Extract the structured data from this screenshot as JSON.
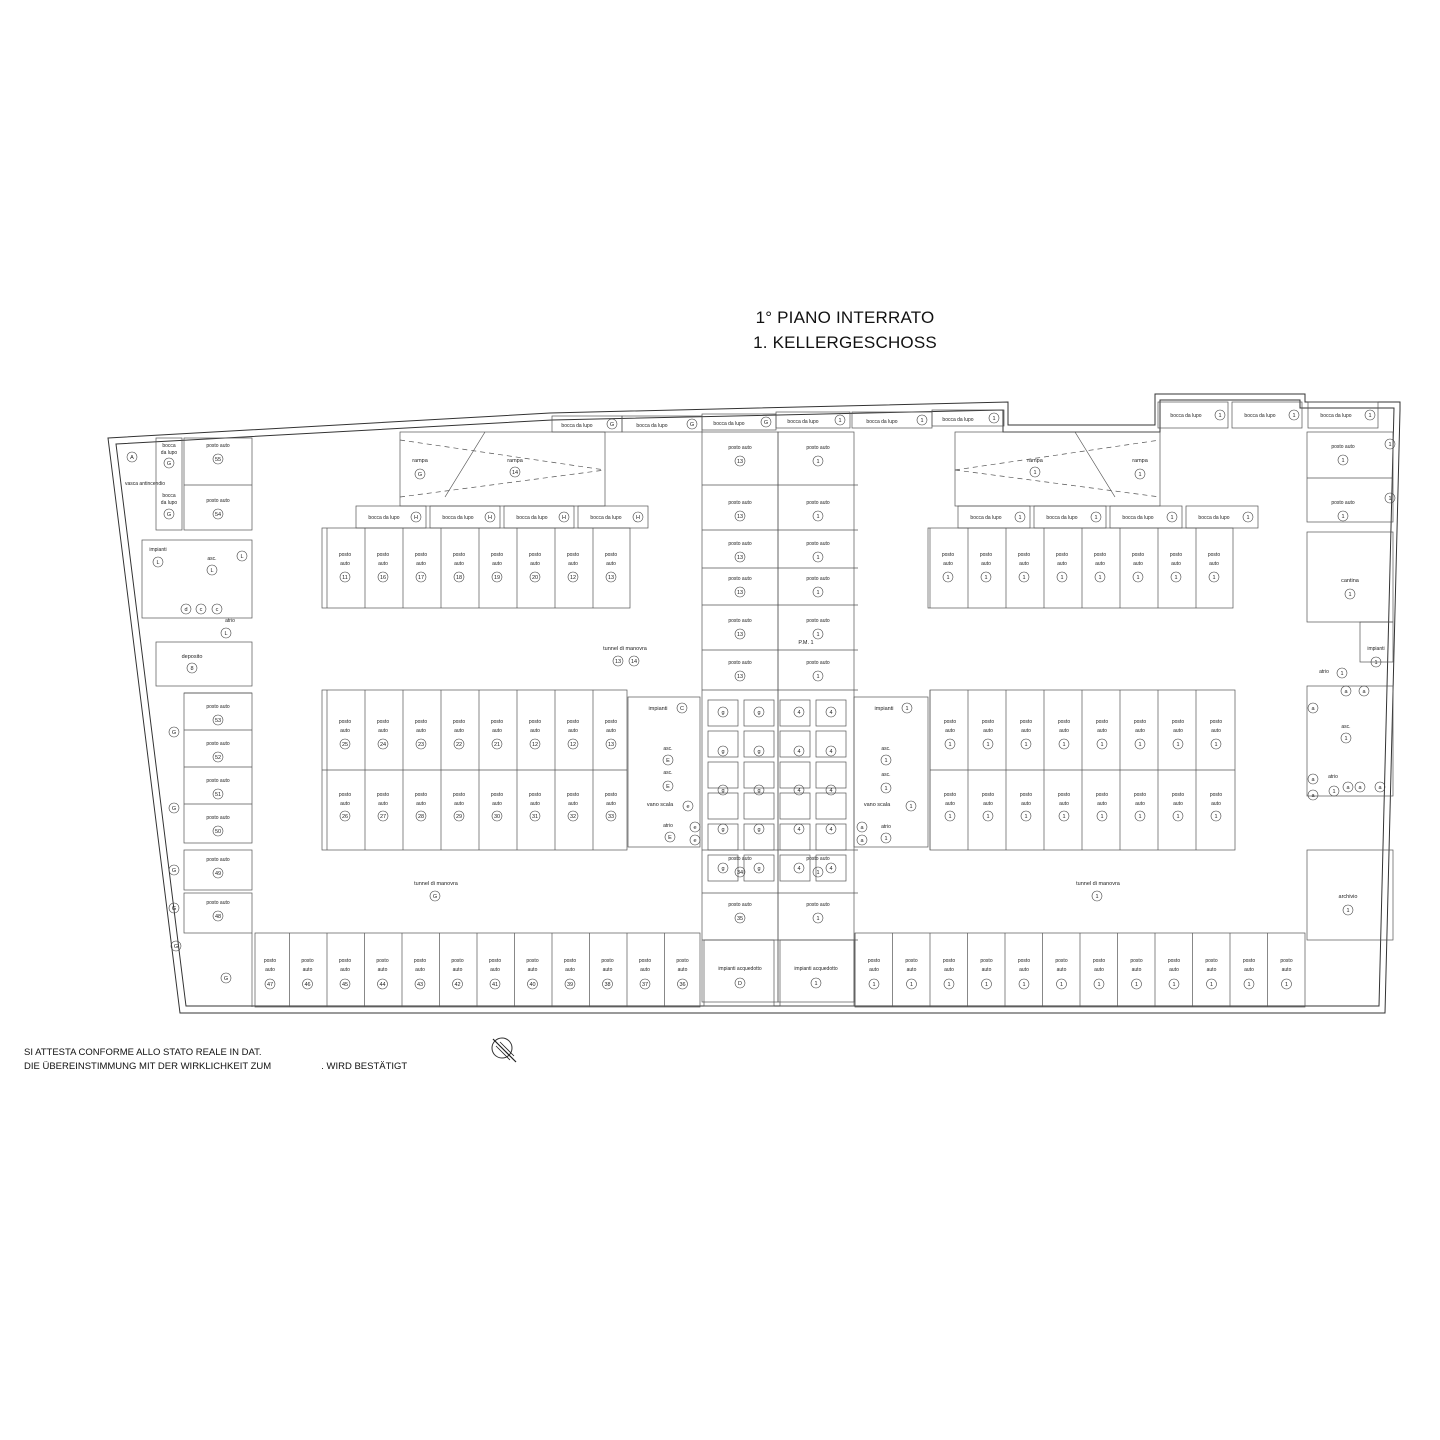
{
  "title": {
    "line1": "1° PIANO INTERRATO",
    "line2": "1. KELLERGESCHOSS"
  },
  "certification": {
    "line1": "SI ATTESTA CONFORME ALLO STATO REALE IN DAT.",
    "line2_left": "DIE ÜBEREINSTIMMUNG MIT DER WIRKLICHKEIT ZUM",
    "line2_right": ". WIRD BESTÄTIGT"
  },
  "labels": {
    "posto_auto": "posto auto",
    "posto": "posto",
    "auto": "auto",
    "bocca_da_lupo": "bocca da lupo",
    "bocca": "bocca",
    "da_lupo": "da lupo",
    "rampa": "rampa",
    "tunnel": "tunnel di manovra",
    "impianti": "impianti",
    "impianti_acquedotto": "impianti acquedotto",
    "vano_scala": "vano scala",
    "asc": "asc.",
    "atrio": "atrio",
    "deposito": "deposito",
    "cantina": "cantina",
    "archivio": "archivio",
    "vasca": "vasca antincendio",
    "pm": "P.M. 1"
  },
  "markers": {
    "g": "g",
    "G": "G",
    "H": "H",
    "L": "L",
    "C": "C",
    "D": "D",
    "E": "E",
    "e": "e",
    "a": "a",
    "A": "A",
    "B": "B",
    "c": "c",
    "d": "d",
    "one": "1"
  },
  "spaces": {
    "left_col_top": [
      "55",
      "54"
    ],
    "left_col_mid": [
      "53",
      "52",
      "51",
      "50",
      "49",
      "48"
    ],
    "top_row_left": [
      "11",
      "16",
      "17",
      "18",
      "19",
      "20",
      "12",
      "13"
    ],
    "mid_row_upper_left": [
      "25",
      "24",
      "23",
      "22",
      "21",
      "12",
      "12",
      "13"
    ],
    "mid_row_lower_left": [
      "26",
      "27",
      "28",
      "29",
      "30",
      "31",
      "32",
      "33"
    ],
    "bottom_row_left": [
      "47",
      "46",
      "45",
      "44",
      "43",
      "42",
      "41",
      "40",
      "39",
      "38",
      "37",
      "36"
    ],
    "center_left_col": [
      "13",
      "13",
      "13",
      "13",
      "13",
      "13"
    ],
    "center_bottom": [
      "34",
      "35"
    ],
    "rampa_left": [
      "G",
      "14"
    ],
    "tunnel_left_a": "13",
    "tunnel_left_b": "14",
    "tunnel_bottom_left": "G",
    "deposito": "8",
    "vasca": "A",
    "impianti_acq_left": "D"
  }
}
